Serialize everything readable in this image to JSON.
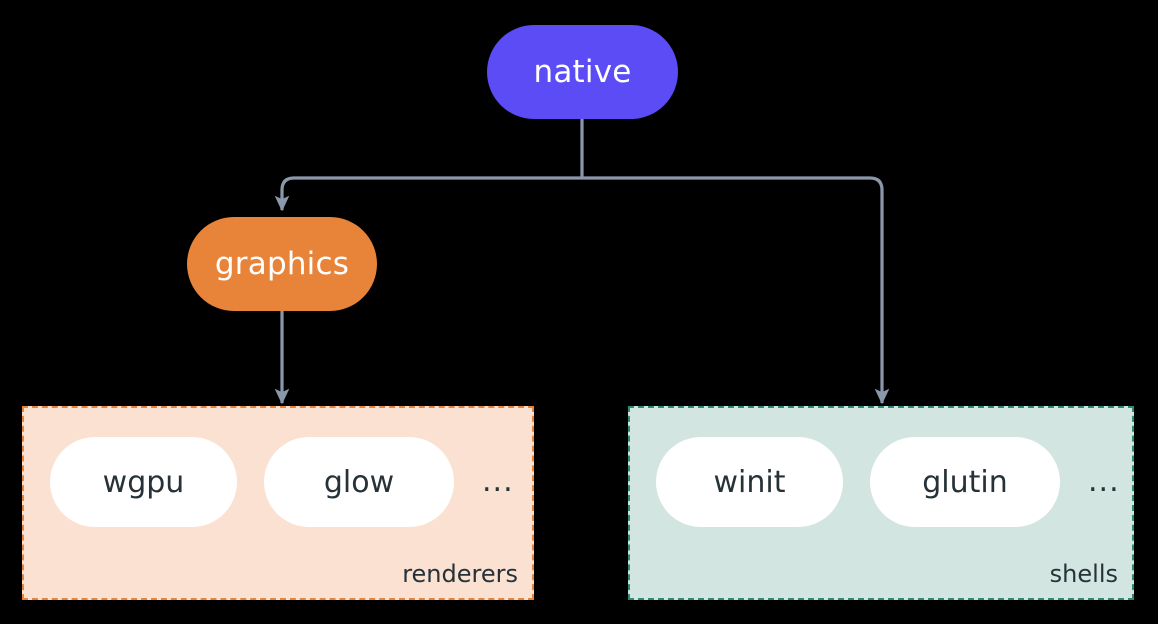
{
  "diagram": {
    "background_color": "#000000",
    "edge_color": "#8b98ab",
    "nodes": {
      "root": {
        "label": "native",
        "color": "#5b4cf5",
        "text_color": "#ffffff"
      },
      "branch": {
        "label": "graphics",
        "color": "#e8833a",
        "text_color": "#ffffff"
      }
    },
    "clusters": [
      {
        "id": "renderers",
        "label": "renderers",
        "fill_color": "#fae1d1",
        "border_color": "#e8833a",
        "border_style": "dashed",
        "items": [
          {
            "label": "wgpu"
          },
          {
            "label": "glow"
          }
        ],
        "overflow": "..."
      },
      {
        "id": "shells",
        "label": "shells",
        "fill_color": "#d3e5e0",
        "border_color": "#2f8a72",
        "border_style": "dashed",
        "items": [
          {
            "label": "winit"
          },
          {
            "label": "glutin"
          }
        ],
        "overflow": "..."
      }
    ],
    "edges": [
      {
        "from": "native",
        "to": "graphics"
      },
      {
        "from": "native",
        "to": "shells"
      },
      {
        "from": "graphics",
        "to": "renderers"
      }
    ]
  }
}
